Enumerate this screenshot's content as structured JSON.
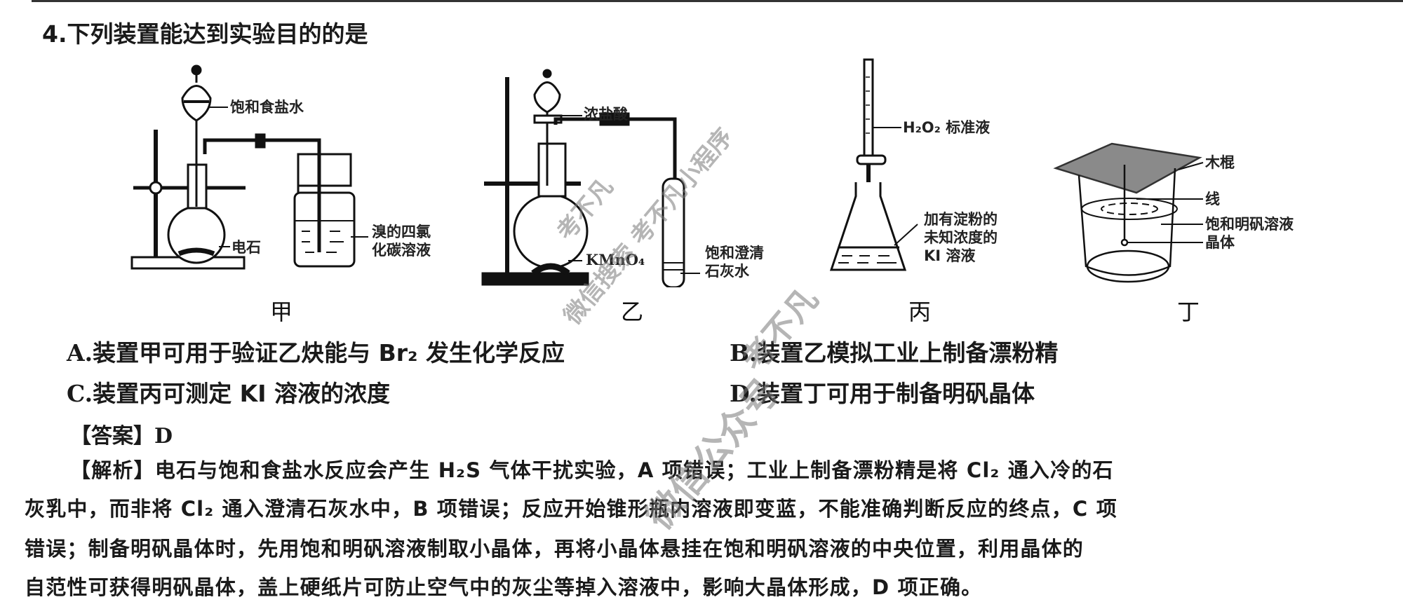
{
  "question": {
    "number": "4.",
    "stem": "下列装置能达到实验目的的是"
  },
  "figures": [
    {
      "caption": "甲",
      "labels": [
        "饱和食盐水",
        "电石",
        "溴的四氯",
        "化碳溶液"
      ]
    },
    {
      "caption": "乙",
      "labels": [
        "浓盐酸",
        "KMnO₄",
        "饱和澄清",
        "石灰水"
      ]
    },
    {
      "caption": "丙",
      "labels": [
        "H₂O₂ 标准液",
        "加有淀粉的",
        "未知浓度的",
        "KI 溶液"
      ]
    },
    {
      "caption": "丁",
      "labels": [
        "木棍",
        "线",
        "饱和明矾溶液",
        "晶体"
      ]
    }
  ],
  "options": [
    {
      "key": "A.",
      "text": "装置甲可用于验证乙炔能与 Br₂ 发生化学反应"
    },
    {
      "key": "B.",
      "text": "装置乙模拟工业上制备漂粉精"
    },
    {
      "key": "C.",
      "text": "装置丙可测定 KI 溶液的浓度"
    },
    {
      "key": "D.",
      "text": "装置丁可用于制备明矾晶体"
    }
  ],
  "answer": {
    "label": "【答案】",
    "value": "D"
  },
  "explanation": {
    "label": "【解析】",
    "lines": [
      "电石与饱和食盐水反应会产生 H₂S 气体干扰实验，A 项错误；工业上制备漂粉精是将 Cl₂ 通入冷的石",
      "灰乳中，而非将 Cl₂ 通入澄清石灰水中，B 项错误；反应开始锥形瓶内溶液即变蓝，不能准确判断反应的终点，C 项",
      "错误；制备明矾晶体时，先用饱和明矾溶液制取小晶体，再将小晶体悬挂在饱和明矾溶液的中央位置，利用晶体的",
      "自范性可获得明矾晶体，盖上硬纸片可防止空气中的灰尘等掉入溶液中，影响大晶体形成，D 项正确。"
    ]
  },
  "watermark": {
    "lines": [
      "考不凡",
      "微信搜索 考不凡小程序",
      "考不凡",
      "微信公众号"
    ]
  }
}
